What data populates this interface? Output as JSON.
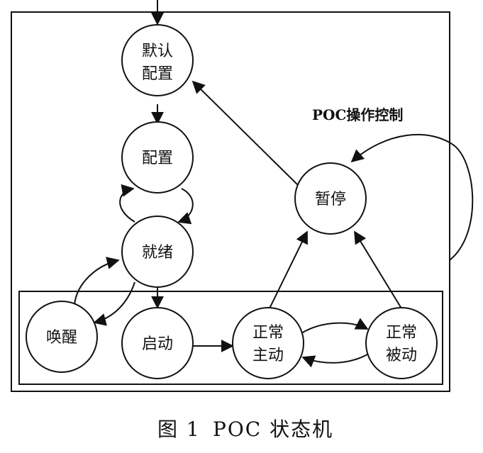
{
  "diagram": {
    "region_label": "POC操作控制",
    "caption": {
      "figure": "图 1",
      "title": "POC 状态机"
    },
    "states": {
      "default_config": {
        "line1": "默认",
        "line2": "配置"
      },
      "config": {
        "line1": "配置"
      },
      "ready": {
        "line1": "就绪"
      },
      "wake": {
        "line1": "唤醒"
      },
      "start": {
        "line1": "启动"
      },
      "normal_active": {
        "line1": "正常",
        "line2": "主动"
      },
      "normal_passive": {
        "line1": "正常",
        "line2": "被动"
      },
      "halt": {
        "line1": "暂停"
      }
    },
    "colors": {
      "stroke": "#111111",
      "background": "#ffffff"
    }
  }
}
